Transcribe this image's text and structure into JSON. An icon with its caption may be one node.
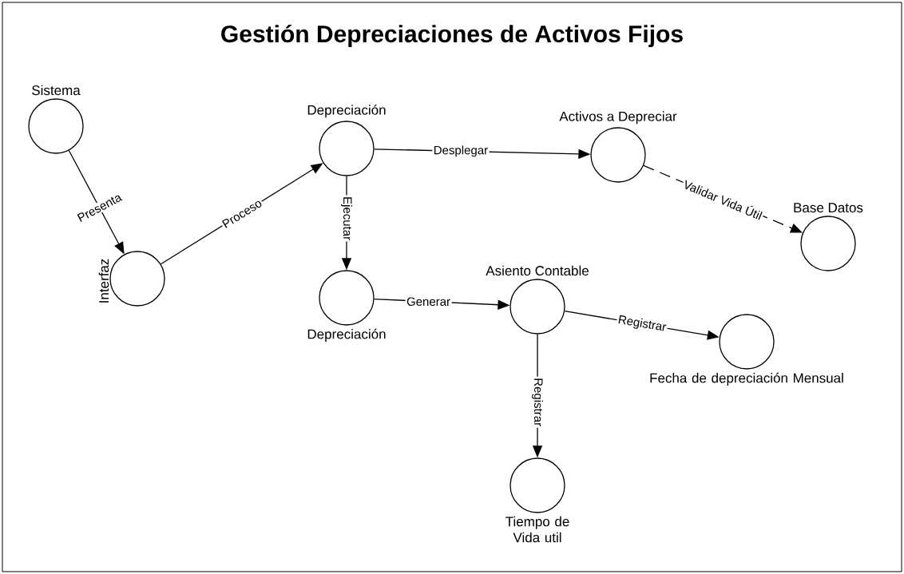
{
  "diagram": {
    "title": "Gestión Depreciaciones de Activos Fijos",
    "nodes": [
      {
        "text": [
          "Sistema"
        ]
      },
      {
        "text": [
          "Interfaz"
        ]
      },
      {
        "text": [
          "Depreciación"
        ]
      },
      {
        "text": [
          "Activos a Depreciar"
        ]
      },
      {
        "text": [
          "Base Datos"
        ]
      },
      {
        "text": [
          "Depreciación"
        ]
      },
      {
        "text": [
          "Asiento Contable"
        ]
      },
      {
        "text": [
          "Fecha de depreciación Mensual"
        ]
      },
      {
        "text": [
          "Tiempo de Vida util"
        ]
      }
    ],
    "edges": [
      {
        "from": 0,
        "to": 1,
        "arrow": "to",
        "label": "Presenta"
      },
      {
        "from": 1,
        "to": 2,
        "arrow": "to",
        "label": "Proceso"
      },
      {
        "from": 2,
        "to": 3,
        "arrow": "to",
        "label": "Desplegar"
      },
      {
        "from": 3,
        "to": 4,
        "arrow": "to",
        "label": "Validar Vida Útil",
        "style": "dashed"
      },
      {
        "from": 2,
        "to": 5,
        "arrow": "to",
        "label": "Ejecutar"
      },
      {
        "from": 5,
        "to": 6,
        "arrow": "to",
        "label": "Generar"
      },
      {
        "from": 6,
        "to": 7,
        "arrow": "to",
        "label": "Registrar"
      },
      {
        "from": 6,
        "to": 8,
        "arrow": "to",
        "label": "Registrar"
      }
    ]
  }
}
